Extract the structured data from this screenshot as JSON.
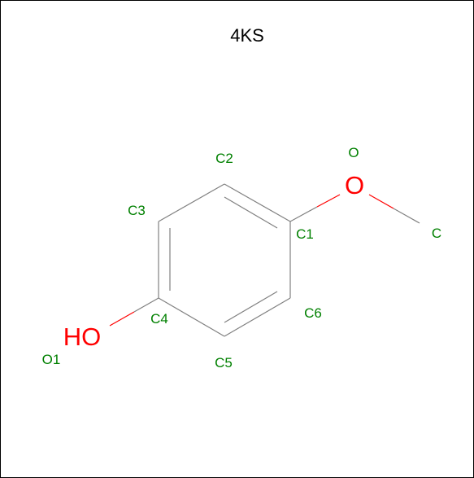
{
  "title": "4KS",
  "colors": {
    "bond": "#808080",
    "heteroatom": "#ff0000",
    "label": "#008000",
    "title": "#000000"
  },
  "atoms": {
    "hydroxyl": "HO",
    "ether_oxygen": "O"
  },
  "labels": {
    "C1": "C1",
    "C2": "C2",
    "C3": "C3",
    "C4": "C4",
    "C5": "C5",
    "C6": "C6",
    "O1": "O1",
    "O": "O",
    "C": "C"
  }
}
